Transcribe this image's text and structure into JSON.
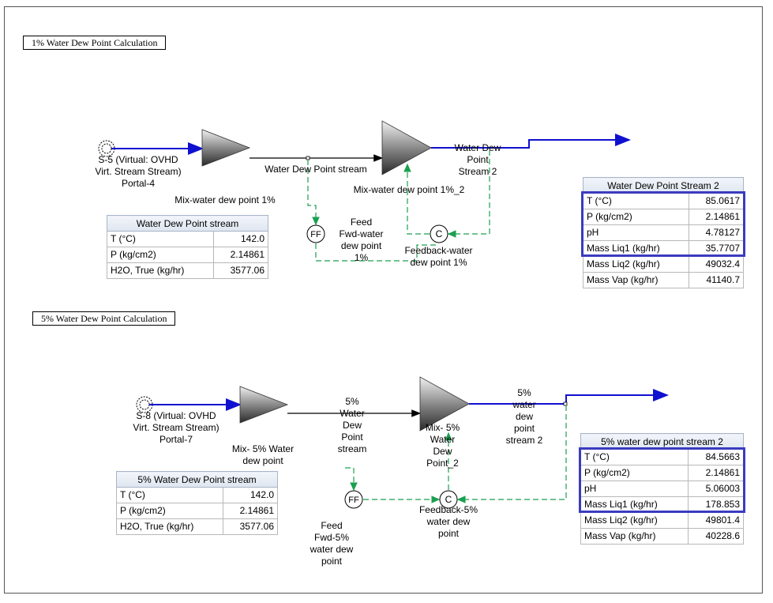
{
  "section1": {
    "title": "1% Water Dew Point Calculation",
    "source_label": "S-5 (Virtual: OVHD\nVirt. Stream     Stream)\nPortal-4",
    "mixer1_label": "Mix-water dew point 1%",
    "mid_stream_label": "Water Dew Point stream",
    "mixer2_label": "Mix-water dew point 1%_2",
    "out_stream_label": "Water Dew\nPoint\nStream 2",
    "ff_label": "Feed\nFwd-water\ndew point\n1%",
    "fb_label": "Feedback-water\ndew point 1%",
    "table_in": {
      "title": "Water Dew Point stream",
      "rows": [
        {
          "name": "T (°C)",
          "value": "142.0"
        },
        {
          "name": "P (kg/cm2)",
          "value": "2.14861"
        },
        {
          "name": "H2O, True (kg/hr)",
          "value": "3577.06"
        }
      ]
    },
    "table_out": {
      "title": "Water Dew Point Stream 2",
      "rows": [
        {
          "name": "T (°C)",
          "value": "85.0617"
        },
        {
          "name": "P (kg/cm2)",
          "value": "2.14861"
        },
        {
          "name": "pH",
          "value": "4.78127"
        },
        {
          "name": "Mass Liq1 (kg/hr)",
          "value": "35.7707"
        },
        {
          "name": "Mass Liq2 (kg/hr)",
          "value": "49032.4"
        },
        {
          "name": "Mass Vap (kg/hr)",
          "value": "41140.7"
        }
      ]
    }
  },
  "section2": {
    "title": "5% Water Dew Point Calculation",
    "source_label": "S-8 (Virtual: OVHD\nVirt. Stream     Stream)\nPortal-7",
    "mixer1_label": "Mix- 5% Water\ndew point",
    "mid_stream_label": "5%\nWater\nDew\nPoint\nstream",
    "mixer2_label": "Mix- 5%\nWater\nDew\nPoint_2",
    "out_stream_label": "5%\nwater\ndew\npoint\nstream 2",
    "ff_label": "Feed\nFwd-5%\nwater dew\npoint",
    "fb_label": "Feedback-5%\nwater dew\npoint",
    "table_in": {
      "title": "5% Water Dew Point stream",
      "rows": [
        {
          "name": "T (°C)",
          "value": "142.0"
        },
        {
          "name": "P (kg/cm2)",
          "value": "2.14861"
        },
        {
          "name": "H2O, True (kg/hr)",
          "value": "3577.06"
        }
      ]
    },
    "table_out": {
      "title": "5% water dew point stream 2",
      "rows": [
        {
          "name": "T (°C)",
          "value": "84.5663"
        },
        {
          "name": "P (kg/cm2)",
          "value": "2.14861"
        },
        {
          "name": "pH",
          "value": "5.06003"
        },
        {
          "name": "Mass Liq1 (kg/hr)",
          "value": "178.853"
        },
        {
          "name": "Mass Liq2 (kg/hr)",
          "value": "49801.4"
        },
        {
          "name": "Mass Vap (kg/hr)",
          "value": "40228.6"
        }
      ]
    }
  },
  "icons": {
    "feedforward": "FF",
    "controller": "C"
  },
  "colors": {
    "process_stream": "#1010d0",
    "main_stream": "#000000",
    "control_line": "#1aa050",
    "highlight": "#3b3bc0"
  }
}
